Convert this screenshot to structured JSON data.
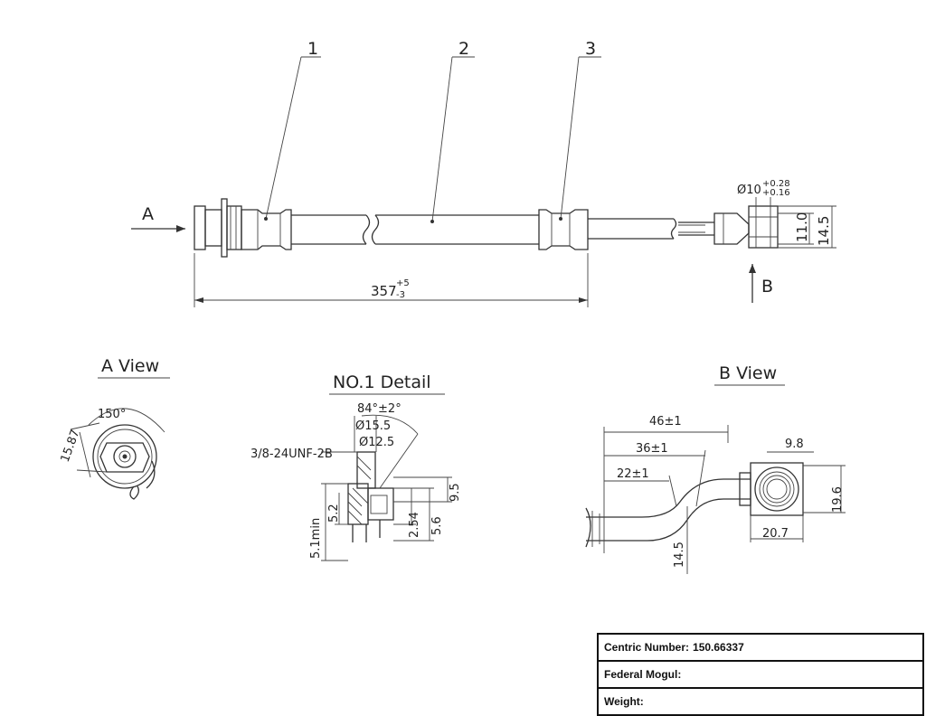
{
  "drawing": {
    "callouts": [
      "1",
      "2",
      "3"
    ],
    "view_arrow_a": "A",
    "view_arrow_b": "B",
    "overall_length": {
      "base": "357",
      "upper_tol": "+5",
      "lower_tol": "-3"
    },
    "end_fitting": {
      "diameter": "Ø10",
      "upper_tol": "+0.28",
      "lower_tol": "+0.16",
      "dim_11": "11.0",
      "dim_14": "14.5"
    },
    "a_view": {
      "title": "A View",
      "dim_width": "15.87",
      "angle": "150°"
    },
    "detail": {
      "title": "NO.1 Detail",
      "angle": "84°±2°",
      "dia_outer": "Ø15.5",
      "dia_inner": "Ø12.5",
      "thread": "3/8-24UNF-2B",
      "dim_95": "9.5",
      "dim_52": "5.2",
      "dim_51min": "5.1min",
      "dim_254": "2.54",
      "dim_56": "5.6"
    },
    "b_view": {
      "title": "B View",
      "dim_46": "46±1",
      "dim_36": "36±1",
      "dim_22": "22±1",
      "dim_98": "9.8",
      "dim_196": "19.6",
      "dim_207": "20.7",
      "dim_145": "14.5"
    }
  },
  "title_block": {
    "centric_label": "Centric Number:",
    "centric_value": "150.66337",
    "federal_label": "Federal Mogul:",
    "federal_value": "",
    "weight_label": "Weight:",
    "weight_value": ""
  }
}
